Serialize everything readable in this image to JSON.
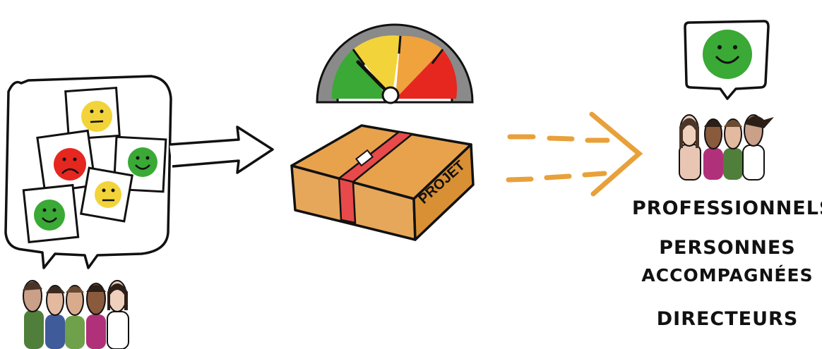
{
  "box": {
    "label": "PROJET"
  },
  "audience": [
    {
      "label": "PROFESSIONNELS"
    },
    {
      "label": "PERSONNES"
    },
    {
      "label": "ACCOMPAGNÉES"
    },
    {
      "label": "DIRECTEURS"
    }
  ],
  "colors": {
    "green": "#3aa935",
    "yellow": "#f2d43a",
    "orange": "#f0a23c",
    "red": "#e5271f",
    "box": "#e8a24c",
    "tape": "#e8494a",
    "arrow": "#e8a13a"
  }
}
